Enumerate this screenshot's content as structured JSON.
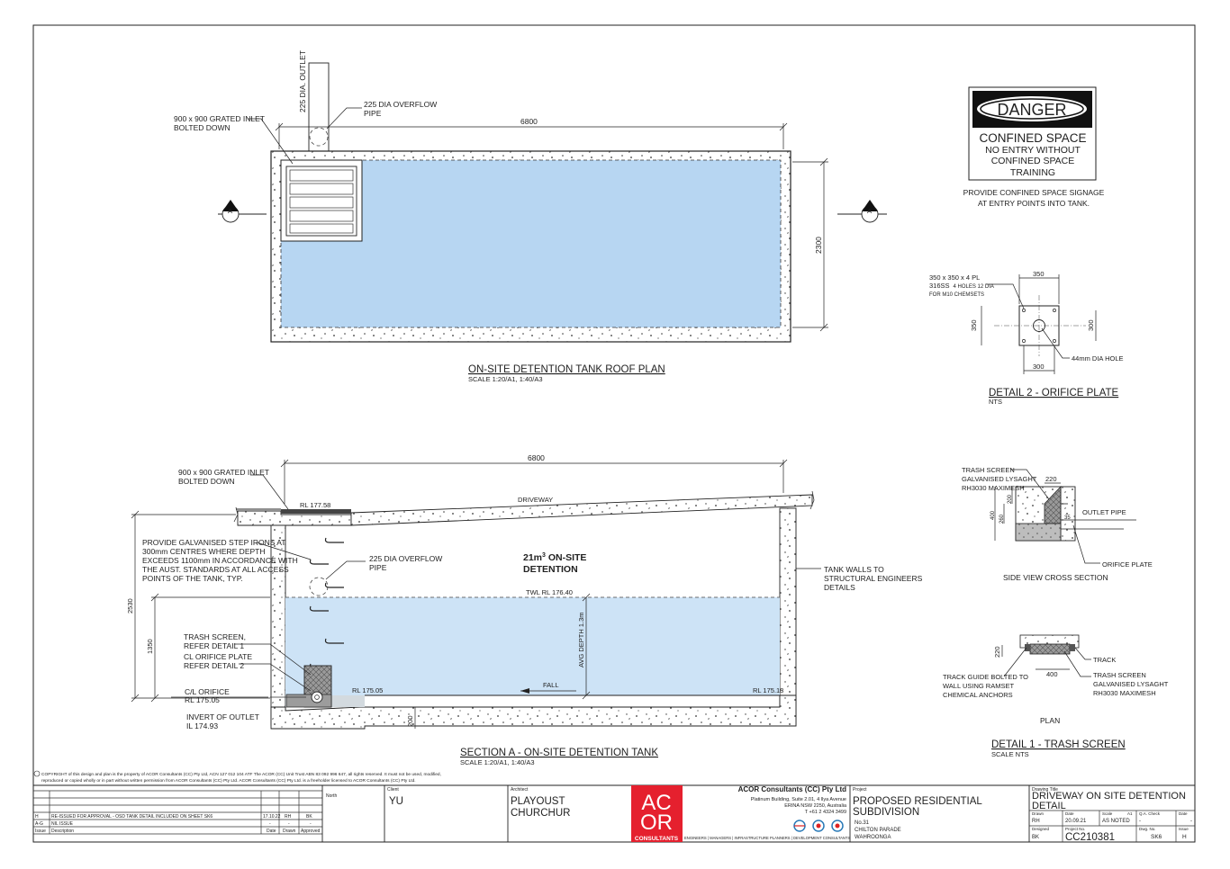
{
  "roof_plan": {
    "title": "ON-SITE DETENTION TANK ROOF PLAN",
    "scale": "SCALE 1:20/A1, 1:40/A3",
    "inlet_label_1": "900 x 900 GRATED INLET",
    "inlet_label_2": "BOLTED DOWN",
    "outlet_label": "225 DIA. OUTLET",
    "overflow_label_1": "225 DIA OVERFLOW",
    "overflow_label_2": "PIPE",
    "length_dim": "6800",
    "width_dim": "2300",
    "section_marker": "A"
  },
  "danger_sign": {
    "danger": "DANGER",
    "line1": "CONFINED SPACE",
    "line2": "NO ENTRY WITHOUT",
    "line3": "CONFINED SPACE",
    "line4": "TRAINING",
    "note1": "PROVIDE CONFINED SPACE SIGNAGE",
    "note2": "AT ENTRY POINTS INTO TANK."
  },
  "orifice_plate": {
    "title": "DETAIL 2 - ORIFICE PLATE",
    "scale": "NTS",
    "label1": "350 x 350 x 4 PL",
    "label2a": "316SS",
    "label2b": "4 HOLES 12 DIA",
    "label3": "FOR M10 CHEMSETS",
    "dim_top": "350",
    "dim_left": "350",
    "dim_right": "300",
    "dim_bottom": "300",
    "hole_label": "44mm DIA HOLE"
  },
  "section": {
    "title": "SECTION A - ON-SITE DETENTION TANK",
    "scale": "SCALE 1:20/A1, 1:40/A3",
    "length_dim": "6800",
    "inlet_label_1": "900 x 900 GRATED INLET",
    "inlet_label_2": "BOLTED DOWN",
    "rl_top": "RL 177.58",
    "driveway": "DRIVEWAY",
    "steps_1": "PROVIDE GALVANISED STEP IRONS AT",
    "steps_2": "300mm CENTRES WHERE DEPTH",
    "steps_3": "EXCEEDS 1100mm IN ACCORDANCE WITH",
    "steps_4": "THE AUST. STANDARDS AT ALL ACCESS",
    "steps_5": "POINTS OF THE TANK, TYP.",
    "overflow_1": "225 DIA OVERFLOW",
    "overflow_2": "PIPE",
    "volume_1": "21m",
    "volume_sup": "3",
    "volume_2": " ON-SITE",
    "volume_3": "DETENTION",
    "walls_1": "TANK WALLS TO",
    "walls_2": "STRUCTURAL ENGINEERS",
    "walls_3": "DETAILS",
    "twl": "TWL RL 176.40",
    "depth_total": "2530",
    "depth_water": "1350",
    "avg_depth": "AVG DEPTH 1.3m",
    "trash_1": "TRASH SCREEN,",
    "trash_2": "REFER DETAIL 1",
    "orifice_1": "CL ORIFICE PLATE",
    "orifice_2": "REFER DETAIL 2",
    "cl_orifice_1": "C/L ORIFICE",
    "cl_orifice_2": "RL 175.05",
    "invert_1": "INVERT OF OUTLET",
    "invert_2": "IL 174.93",
    "rl_floor_left": "RL 175.05",
    "rl_floor_right": "RL 175.13",
    "fall": "FALL",
    "sump_dim": "200"
  },
  "side_view": {
    "trash_1": "TRASH SCREEN",
    "trash_2": "GALVANISED LYSAGHT",
    "trash_3": "RH3030 MAXIMESH",
    "dim_220": "220",
    "dim_400": "400",
    "dim_260": "260",
    "dim_200": "200",
    "outlet_pipe": "OUTLET PIPE",
    "orifice_plate": "ORIFICE PLATE",
    "title": "SIDE VIEW CROSS SECTION"
  },
  "trash_plan": {
    "dim_220": "220",
    "dim_400": "400",
    "track": "TRACK",
    "guide_1": "TRACK GUIDE BOLTED TO",
    "guide_2": "WALL USING RAMSET",
    "guide_3": "CHEMICAL ANCHORS",
    "screen_1": "TRASH SCREEN",
    "screen_2": "GALVANISED LYSAGHT",
    "screen_3": "RH3030 MAXIMESH",
    "plan": "PLAN",
    "title": "DETAIL  1 - TRASH SCREEN",
    "scale": "SCALE NTS"
  },
  "copyright_1": "COPYRIGHT of this design and plan is the property of ACOR Consultants (CC) Pty Ltd, ACN 127 012 104 ATF The ACOR (CC) Unit Trust ABN 83 092 996 647, all rights reserved. It must not be used, modified,",
  "copyright_2": "reproduced or copied wholly or in part without written permission from ACOR Consultants (CC) Pty Ltd. ACOR Consultants (CC) Pty Ltd. is a freeholder licensed to ACOR Consultants (CC) Pty Ltd.",
  "title_block": {
    "revisions": [
      {
        "issue": "H",
        "description": "RE-ISSUED FOR APPROVAL - OSD TANK DETAIL INCLUDED ON SHEET SK6",
        "date": "17.10.22",
        "drawn": "RH",
        "approved": "BK"
      },
      {
        "issue": "A-G",
        "description": "NIL ISSUE",
        "date": "-",
        "drawn": "-",
        "approved": "-"
      }
    ],
    "hdr_issue": "Issue",
    "hdr_desc": "Description",
    "hdr_date": "Date",
    "hdr_drawn": "Drawn",
    "hdr_approved": "Approved",
    "north": "North",
    "client_lbl": "Client",
    "client": "YU",
    "architect_lbl": "Architect",
    "architect_1": "PLAYOUST",
    "architect_2": "CHURCHUR",
    "logo_1": "AC",
    "logo_2": "OR",
    "logo_3": "CONSULTANTS",
    "company": "ACOR Consultants (CC) Pty Ltd",
    "addr_1": "Platinum Building, Suite 2.01, 4 Ilya Avenue",
    "addr_2": "ERINA NSW 2250, Australia",
    "addr_3": "T +61 2 4324 3499",
    "services": "ENGINEERS | MANAGERS | INFRASTRUCTURE PLANNERS | DEVELOPMENT CONSULTANTS",
    "project_lbl": "Project",
    "project_1": "PROPOSED RESIDENTIAL",
    "project_2": "SUBDIVISION",
    "project_3": "No.31",
    "project_4": "CHILTON PARADE",
    "project_5": "WAHROONGA",
    "drawing_title_lbl": "Drawing Title",
    "drawing_title_1": "DRIVEWAY ON SITE DETENTION",
    "drawing_title_2": "DETAIL",
    "drawn_lbl": "Drawn",
    "drawn": "RH",
    "date_lbl": "Date",
    "date": "20.09.21",
    "scale_lbl": "Scale",
    "scale_a1": "A1",
    "scale": "AS NOTED",
    "qa_lbl": "Q.A. Check",
    "qa": "-",
    "date2_lbl": "Date",
    "date2": "-",
    "designed_lbl": "Designed",
    "designed": "BK",
    "project_no_lbl": "Project No.",
    "project_no": "CC210381",
    "dwg_no_lbl": "Dwg. No.",
    "dwg_no": "SK6",
    "issue_lbl": "Issue",
    "issue": "H"
  }
}
